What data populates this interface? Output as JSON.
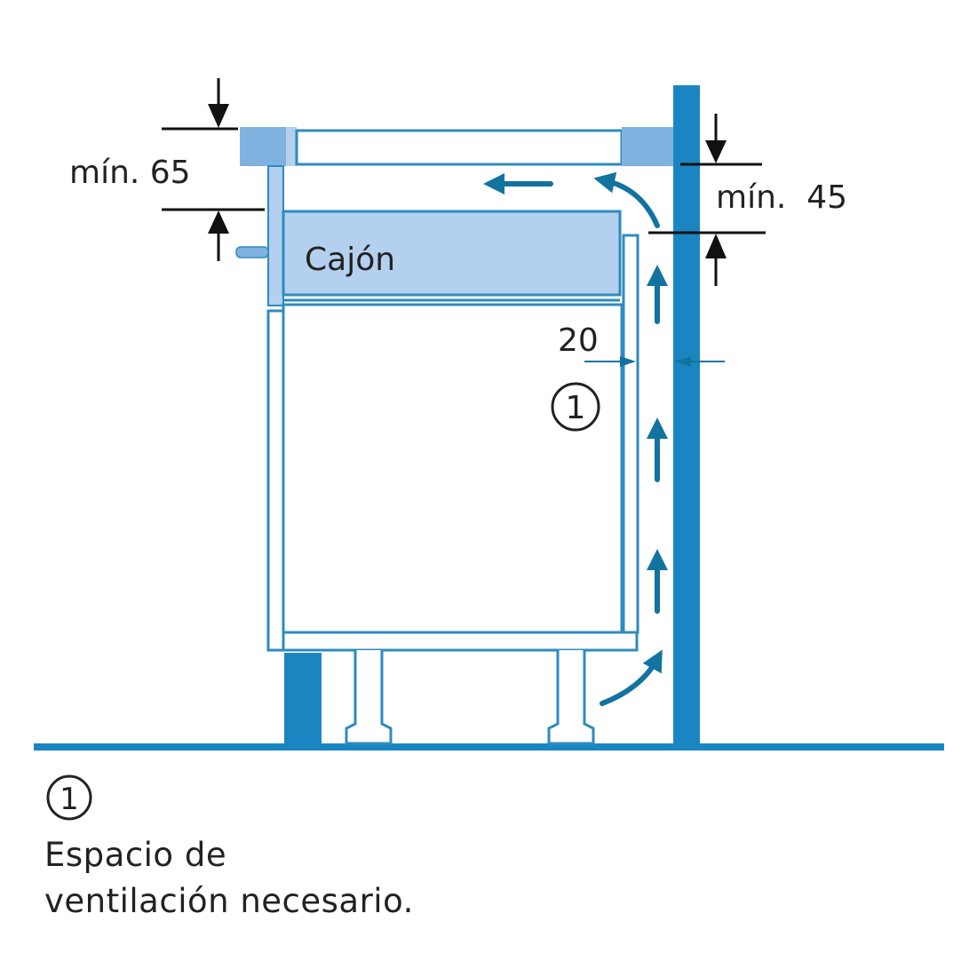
{
  "colors": {
    "dark_blue": "#1a86c1",
    "mid_blue": "#7fb2de",
    "light_blue": "#b3d0ef",
    "outline": "#2e8bbf",
    "arrow": "#12739f",
    "text": "#222222"
  },
  "labels": {
    "min_65": "mín. 65",
    "min_45": "mín.  45",
    "drawer": "Cajón",
    "gap_20": "20",
    "marker": "①"
  },
  "legend": {
    "marker": "①",
    "line1": "Espacio de",
    "line2": "ventilación necesario."
  }
}
